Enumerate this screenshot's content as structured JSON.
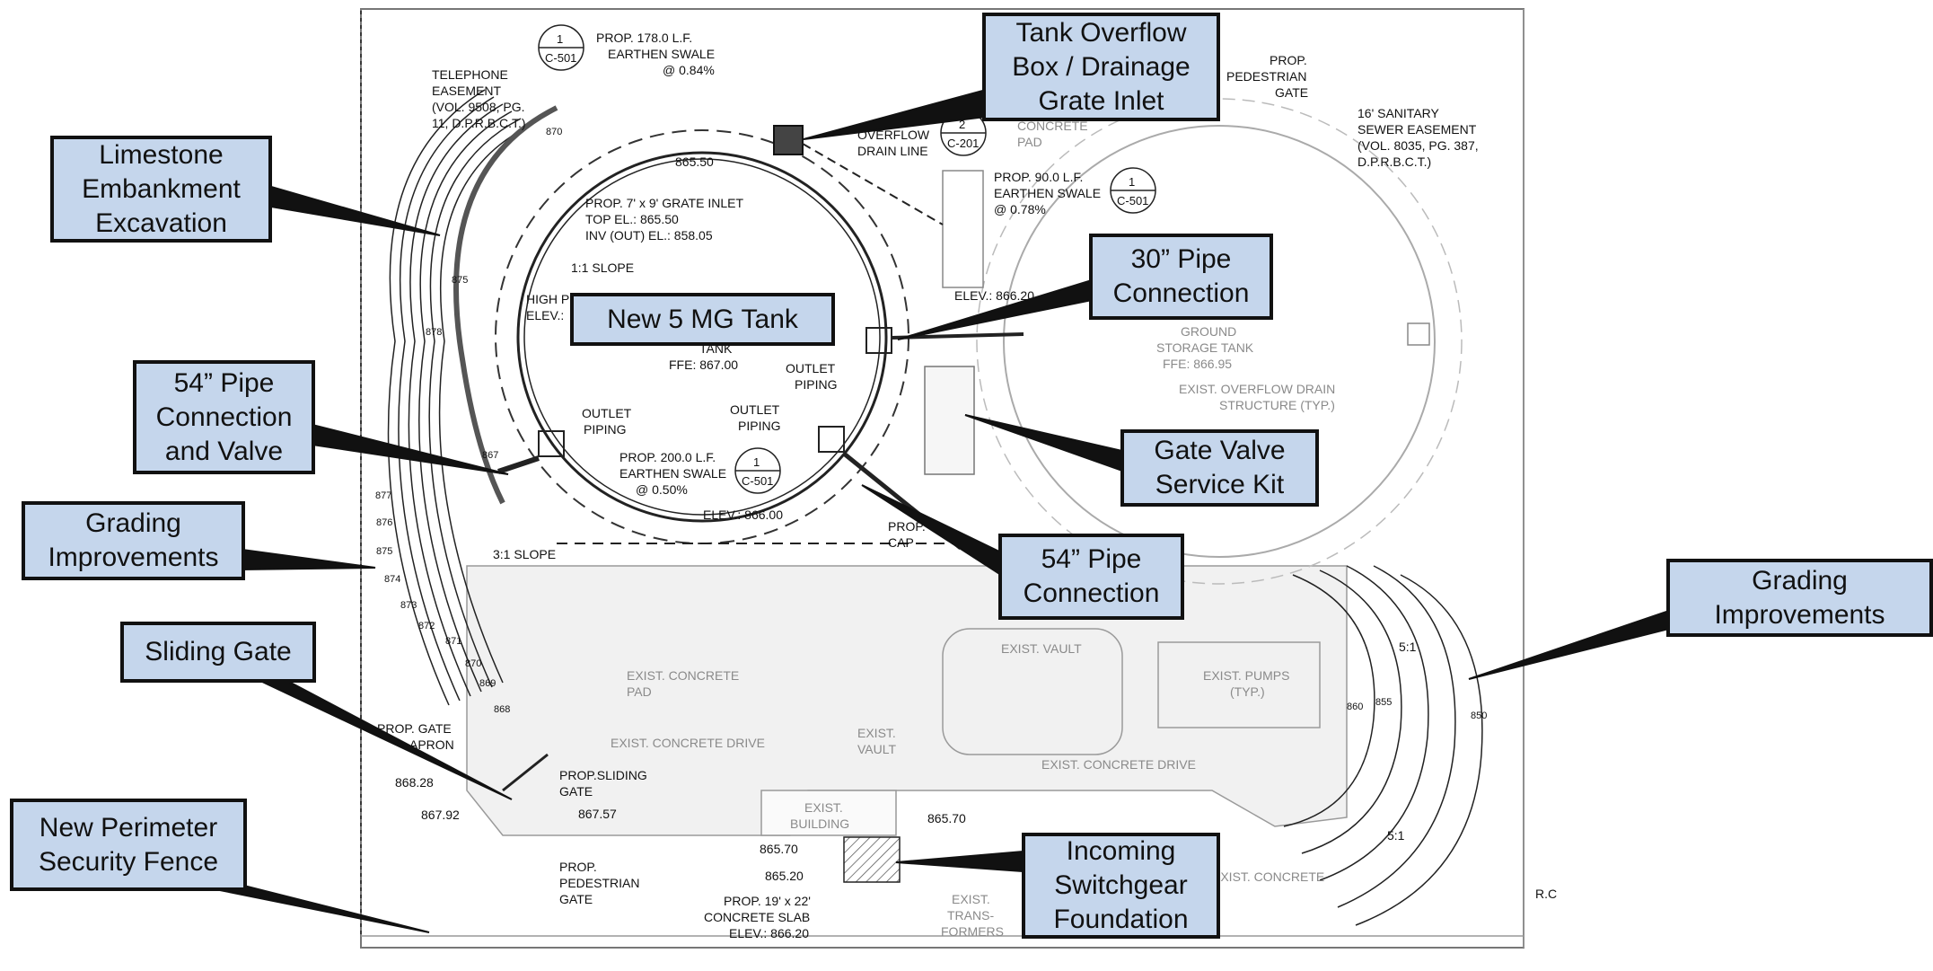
{
  "colors": {
    "callout_fill": "#c5d6ec",
    "callout_border": "#111111",
    "linework": "#222222",
    "existing": "#9a9a9a"
  },
  "callouts": {
    "tank_overflow": "Tank Overflow\nBox / Drainage\nGrate Inlet",
    "limestone": "Limestone\nEmbankment\nExcavation",
    "new_tank": "New 5 MG Tank",
    "pipe30": "30” Pipe\nConnection",
    "pipe54_valve": "54” Pipe\nConnection\nand Valve",
    "gate_valve": "Gate Valve\nService Kit",
    "grading_left": "Grading\nImprovements",
    "pipe54": "54” Pipe\nConnection",
    "grading_right": "Grading\nImprovements",
    "sliding_gate": "Sliding Gate",
    "perimeter_fence": "New Perimeter\nSecurity Fence",
    "switchgear": "Incoming\nSwitchgear\nFoundation"
  },
  "notes": {
    "telephone1": "TELEPHONE",
    "telephone2": "EASEMENT",
    "telephone3": "(VOL. 9508, PG.",
    "telephone4": "11, D.P.R.B.C.T.)",
    "swale178_1": "PROP. 178.0 L.F.",
    "swale178_2": "EARTHEN SWALE",
    "swale178_3": "@ 0.84%",
    "elev86550": "865.50",
    "grate1": "PROP. 7' x 9' GRATE INLET",
    "grate2": "TOP EL.: 865.50",
    "grate3": "INV (OUT) EL.: 858.05",
    "slope11": "1:1 SLOPE",
    "high1": "HIGH P",
    "high2": "ELEV.:",
    "tank1": "TANK",
    "tank_ffe": "FFE: 867.00",
    "outlet_pip_r1": "OUTLET",
    "outlet_pip_r2": "PIPING",
    "outlet_pip_l1": "OUTLET",
    "outlet_pip_l2": "PIPING",
    "outlet_pip_c1": "OUTLET",
    "outlet_pip_c2": "PIPING",
    "swale200_1": "PROP. 200.0 L.F.",
    "swale200_2": "EARTHEN SWALE",
    "swale200_3": "@ 0.50%",
    "elev86600": "ELEV.: 866.00",
    "slope31": "3:1 SLOPE",
    "prop_cap1": "PROP.",
    "prop_cap2": "CAP",
    "overflow1": "OVERFLOW",
    "overflow2": "DRAIN LINE",
    "concrete_pad_top": "CONCRETE",
    "pad_top": "PAD",
    "swale90_1": "PROP. 90.0 L.F.",
    "swale90_2": "EARTHEN SWALE",
    "swale90_3": "@ 0.78%",
    "elev86620": "ELEV.: 866.20",
    "ped_gate_top1": "PROP.",
    "ped_gate_top2": "PEDESTRIAN",
    "ped_gate_top3": "GATE",
    "sanitary1": "16' SANITARY",
    "sanitary2": "SEWER EASEMENT",
    "sanitary3": "(VOL. 8035, PG. 387,",
    "sanitary4": "D.P.R.B.C.T.)",
    "gst1": "GROUND",
    "gst2": "STORAGE TANK",
    "gst3": "FFE: 866.95",
    "exist_overflow1": "EXIST. OVERFLOW DRAIN",
    "exist_overflow2": "STRUCTURE (TYP.)",
    "exist_pad1": "EXIST. CONCRETE",
    "exist_pad2": "PAD",
    "exist_vault": "EXIST. VAULT",
    "exist_pumps1": "EXIST. PUMPS",
    "exist_pumps2": "(TYP.)",
    "exist_drive_l": "EXIST. CONCRETE DRIVE",
    "exist_vault2a": "EXIST.",
    "exist_vault2b": "VAULT",
    "exist_drive_r": "EXIST. CONCRETE DRIVE",
    "exist_building1": "EXIST.",
    "exist_building2": "BUILDING",
    "exist_concrete_br": "EXIST. CONCRETE",
    "exist_trans1": "EXIST.",
    "exist_trans2": "TRANS-",
    "exist_trans3": "FORMERS",
    "gate_apron1": "PROP. GATE",
    "gate_apron2": "APRON",
    "elev86828": "868.28",
    "elev86792": "867.92",
    "elev86757": "867.57",
    "sliding_gate1": "PROP.SLIDING",
    "sliding_gate2": "GATE",
    "ped_gate_bot1": "PROP.",
    "ped_gate_bot2": "PEDESTRIAN",
    "ped_gate_bot3": "GATE",
    "elev86570a": "865.70",
    "elev86570b": "865.70",
    "elev86520": "865.20",
    "slab1": "PROP. 19' x 22'",
    "slab2": "CONCRETE SLAB",
    "slab3": "ELEV.: 866.20",
    "slope51a": "5:1",
    "slope51b": "5:1",
    "rc": "R.C"
  },
  "sheet_refs": {
    "r1_num": "1",
    "r1_sheet": "C-501",
    "r2_num": "2",
    "r2_sheet": "C-201",
    "r3_num": "1",
    "r3_sheet": "C-501",
    "r4_num": "1",
    "r4_sheet": "C-501"
  },
  "contour_labels": {
    "c870": "870",
    "c875": "875",
    "c878": "878",
    "c867": "867",
    "c877": "877",
    "c876": "876",
    "c875b": "875",
    "c874": "874",
    "c873": "873",
    "c872": "872",
    "c871": "871",
    "c870b": "870",
    "c869": "869",
    "c868": "868",
    "c860": "860",
    "c855": "855",
    "c850": "850"
  }
}
